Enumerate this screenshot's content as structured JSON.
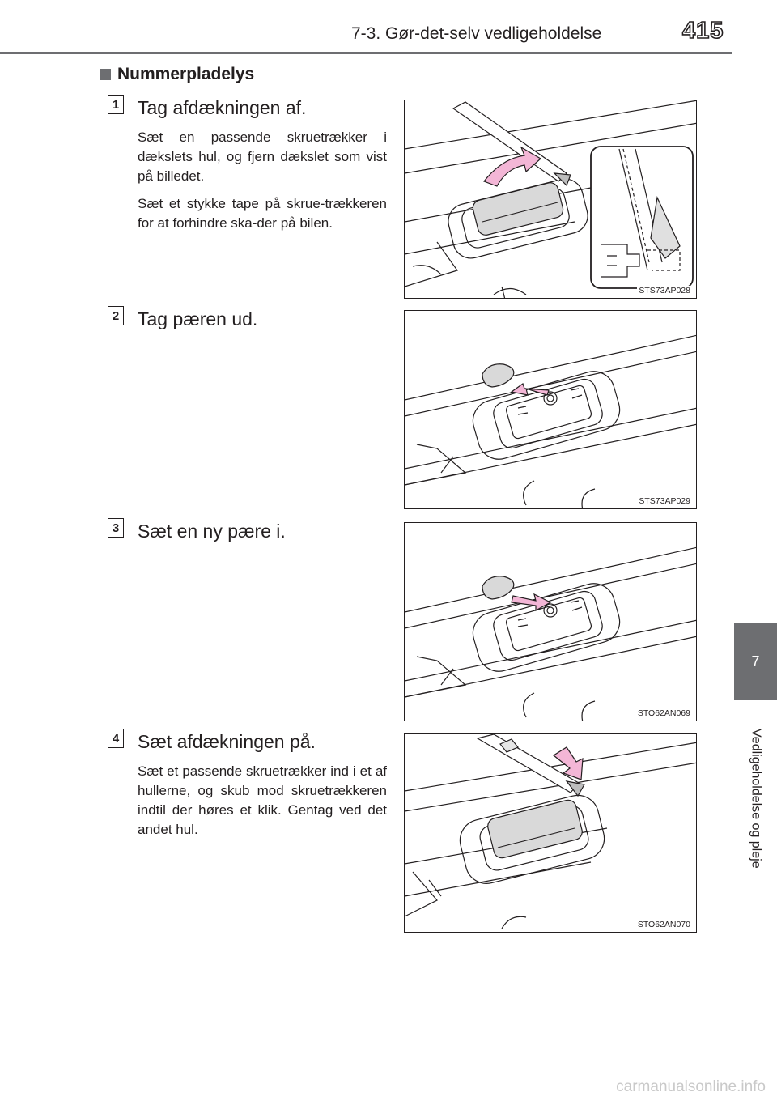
{
  "header": {
    "section": "7-3. Gør-det-selv vedligeholdelse",
    "page_number": "415"
  },
  "side_tab": {
    "chapter_number": "7",
    "chapter_title": "Vedligeholdelse og pleje"
  },
  "section_title": "Nummerpladelys",
  "steps": [
    {
      "number": "1",
      "title": "Tag afdækningen af.",
      "paragraphs": [
        "Sæt en passende skruetrækker i dækslets hul, og fjern dækslet som vist på billedet.",
        "Sæt et stykke tape på skrue-trækkeren for at forhindre ska-der på bilen."
      ],
      "figure_code": "STS73AP028"
    },
    {
      "number": "2",
      "title": "Tag pæren ud.",
      "paragraphs": [],
      "figure_code": "STS73AP029"
    },
    {
      "number": "3",
      "title": "Sæt en ny pære i.",
      "paragraphs": [],
      "figure_code": "STO62AN069"
    },
    {
      "number": "4",
      "title": "Sæt afdækningen på.",
      "paragraphs": [
        "Sæt et passende skruetrækker ind i et af hullerne, og skub mod skruetrækkeren indtil der høres et klik. Gentag ved det andet hul."
      ],
      "figure_code": "STO62AN070"
    }
  ],
  "watermark": "carmanualsonline.info",
  "colors": {
    "tab_gray": "#6d6e71",
    "arrow_pink": "#f3b6d6",
    "text": "#231f20"
  }
}
